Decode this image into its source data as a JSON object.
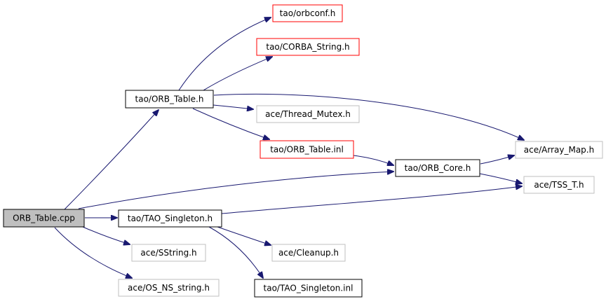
{
  "diagram": {
    "colors": {
      "edge": "#191970",
      "current_fill": "#bfbfbf",
      "box_black": "#000000",
      "box_red": "#ff0000",
      "box_gray": "#bfbfbf"
    },
    "nodes": [
      {
        "id": "orb_table_cpp",
        "label": "ORB_Table.cpp",
        "style": "current"
      },
      {
        "id": "orbconf_h",
        "label": "tao/orbconf.h",
        "style": "red"
      },
      {
        "id": "corba_string_h",
        "label": "tao/CORBA_String.h",
        "style": "red"
      },
      {
        "id": "orb_table_h",
        "label": "tao/ORB_Table.h",
        "style": "black"
      },
      {
        "id": "thread_mutex_h",
        "label": "ace/Thread_Mutex.h",
        "style": "gray"
      },
      {
        "id": "orb_table_inl",
        "label": "tao/ORB_Table.inl",
        "style": "red"
      },
      {
        "id": "array_map_h",
        "label": "ace/Array_Map.h",
        "style": "gray"
      },
      {
        "id": "orb_core_h",
        "label": "tao/ORB_Core.h",
        "style": "black"
      },
      {
        "id": "tss_t_h",
        "label": "ace/TSS_T.h",
        "style": "gray"
      },
      {
        "id": "tao_singleton_h",
        "label": "tao/TAO_Singleton.h",
        "style": "black"
      },
      {
        "id": "sstring_h",
        "label": "ace/SString.h",
        "style": "gray"
      },
      {
        "id": "cleanup_h",
        "label": "ace/Cleanup.h",
        "style": "gray"
      },
      {
        "id": "os_ns_string_h",
        "label": "ace/OS_NS_string.h",
        "style": "gray"
      },
      {
        "id": "tao_singleton_inl",
        "label": "tao/TAO_Singleton.inl",
        "style": "black"
      }
    ],
    "edges": [
      {
        "from": "orb_table_cpp",
        "to": "orb_table_h"
      },
      {
        "from": "orb_table_cpp",
        "to": "orb_core_h"
      },
      {
        "from": "orb_table_cpp",
        "to": "tao_singleton_h"
      },
      {
        "from": "orb_table_cpp",
        "to": "sstring_h"
      },
      {
        "from": "orb_table_cpp",
        "to": "os_ns_string_h"
      },
      {
        "from": "orb_table_h",
        "to": "orbconf_h"
      },
      {
        "from": "orb_table_h",
        "to": "corba_string_h"
      },
      {
        "from": "orb_table_h",
        "to": "array_map_h"
      },
      {
        "from": "orb_table_h",
        "to": "thread_mutex_h"
      },
      {
        "from": "orb_table_h",
        "to": "orb_table_inl"
      },
      {
        "from": "orb_table_inl",
        "to": "orb_core_h"
      },
      {
        "from": "orb_core_h",
        "to": "array_map_h"
      },
      {
        "from": "orb_core_h",
        "to": "tss_t_h"
      },
      {
        "from": "tao_singleton_h",
        "to": "tss_t_h"
      },
      {
        "from": "tao_singleton_h",
        "to": "cleanup_h"
      },
      {
        "from": "tao_singleton_h",
        "to": "tao_singleton_inl"
      }
    ]
  }
}
